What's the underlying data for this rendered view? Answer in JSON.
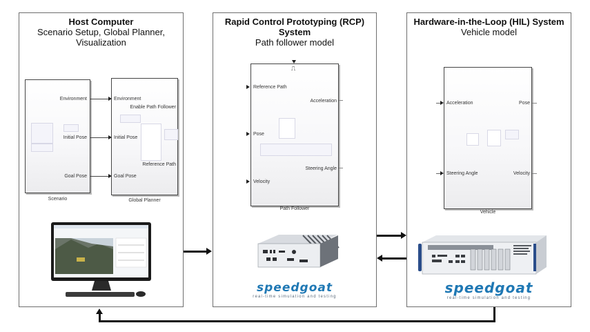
{
  "panels": {
    "host": {
      "title": "Host Computer",
      "subtitle_line1": "Scenario Setup, Global Planner,",
      "subtitle_line2": "Visualization",
      "scenario_block": {
        "caption": "Scenario",
        "outputs": [
          "Environment",
          "Initial Pose",
          "Goal Pose"
        ]
      },
      "planner_block": {
        "caption": "Global Planner",
        "inputs": [
          "Environment",
          "Initial Pose",
          "Goal Pose"
        ],
        "outputs": [
          "Enable Path Follower",
          "Reference Path"
        ]
      },
      "device": "desktop-monitor-with-3d-scene"
    },
    "rcp": {
      "title_line1": "Rapid Control Prototyping (RCP)",
      "title_line2": "System",
      "subtitle": "Path follower model",
      "block": {
        "caption": "Path Follower",
        "trigger_symbol": "⎍",
        "inputs": [
          "Reference Path",
          "Pose",
          "Velocity"
        ],
        "outputs": [
          "Acceleration",
          "Steering Angle"
        ]
      },
      "brand": "speedgoat",
      "tagline": "real-time simulation and testing"
    },
    "hil": {
      "title": "Hardware-in-the-Loop (HIL) System",
      "subtitle": "Vehicle model",
      "block": {
        "caption": "Vehicle",
        "inputs": [
          "Acceleration",
          "Steering Angle"
        ],
        "outputs": [
          "Pose",
          "Velocity"
        ]
      },
      "brand": "speedgoat",
      "tagline": "real-time simulation and testing"
    }
  },
  "connections": [
    {
      "from": "Host Computer",
      "to": "RCP System"
    },
    {
      "from": "RCP System",
      "to": "HIL System"
    },
    {
      "from": "HIL System",
      "to": "RCP System"
    },
    {
      "from": "HIL System",
      "to": "Host Computer"
    }
  ],
  "colors": {
    "brand_blue": "#1f78b4",
    "border": "#6e6e6e",
    "arrow": "#111111"
  }
}
